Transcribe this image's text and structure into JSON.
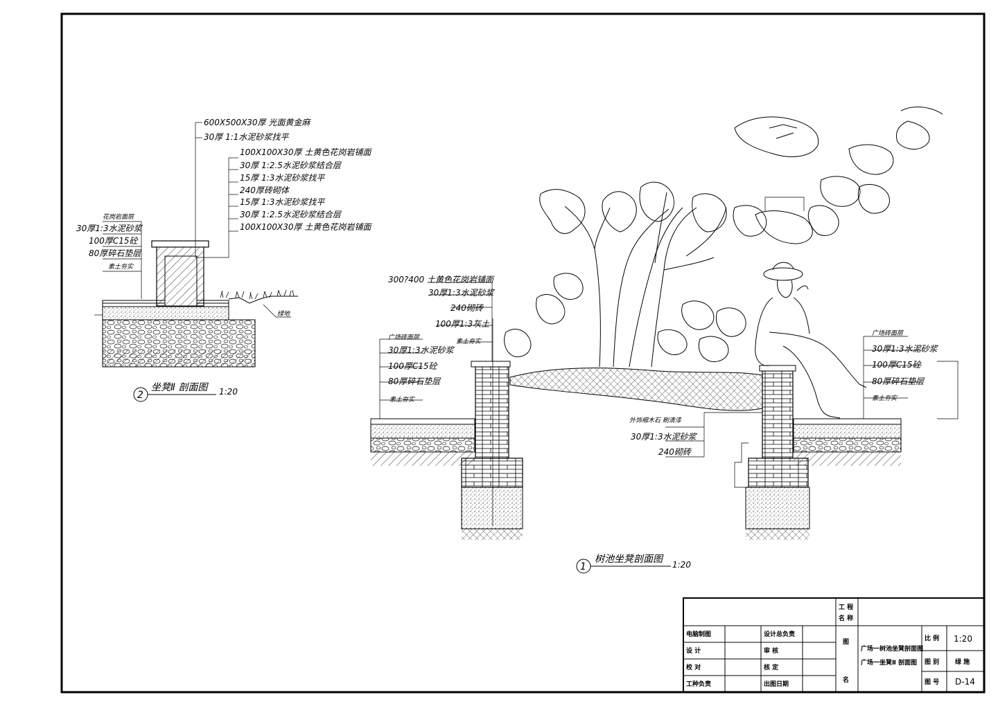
{
  "section2": {
    "top_labels": [
      "600X500X30厚  光面黄金麻",
      "30厚 1:1水泥砂浆找平",
      "100X100X30厚  土黄色花岗岩铺面",
      "30厚 1:2.5水泥砂浆结合层",
      "15厚 1:3水泥砂浆找平",
      "240厚砖砌体",
      "15厚 1:3水泥砂浆找平",
      "30厚 1:2.5水泥砂浆结合层",
      "100X100X30厚  土黄色花岗岩铺面"
    ],
    "left_labels": [
      "花岗岩面层",
      "30厚1:3水泥砂浆",
      "100厚C15砼",
      "80厚碎石垫层",
      "素土夯实"
    ],
    "grass_label": "绿地",
    "number": "2",
    "title": "坐凳Ⅱ 剖面图",
    "scale": "1:20"
  },
  "section1": {
    "left_top_labels": [
      "300?400  土黄色花岗岩铺面",
      "30厚1:3水泥砂浆",
      "240砌砖",
      "100厚1:3灰土",
      "素土夯实"
    ],
    "left_labels": [
      "广场砖面层",
      "30厚1:3水泥砂浆",
      "100厚C15砼",
      "80厚碎石垫层",
      "素土夯实"
    ],
    "right_labels": [
      "广场砖面层",
      "30厚1:3水泥砂浆",
      "100厚C15砼",
      "80厚碎石垫层",
      "素土夯实"
    ],
    "center_labels": [
      "外饰细木石   刷清漆",
      "30厚1:3水泥砂浆",
      "240砌砖"
    ],
    "number": "1",
    "title": "树池坐凳剖面图",
    "scale": "1:20"
  },
  "title_block": {
    "project_label": "工 程\n名 称",
    "rows": [
      {
        "a": "电脑制图",
        "b": "设计总负责"
      },
      {
        "a": "设     计",
        "b": "审     核"
      },
      {
        "a": "校     对",
        "b": "核     定"
      },
      {
        "a": "工种负责",
        "b": "出图日期"
      }
    ],
    "drawing_label_1": "图",
    "drawing_label_2": "名",
    "drawing_name_1": "广场一树池坐凳剖面图",
    "drawing_name_2": "广场一坐凳Ⅱ 剖面图",
    "scale_label": "比  例",
    "scale_value": "1:20",
    "category_label": "图  别",
    "category_value": "绿  施",
    "number_label": "图  号",
    "number_value": "D-14"
  }
}
